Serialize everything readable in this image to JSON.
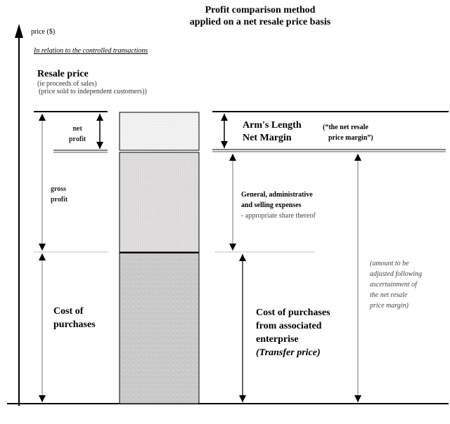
{
  "title": {
    "line1": "Profit comparison method",
    "line2": "applied on a net resale price basis"
  },
  "axis": {
    "label": "price ($)",
    "context": "In relation to the controlled transactions"
  },
  "resale_price": {
    "title": "Resale price",
    "sub1": "(ie proceeds of sales)",
    "sub2": "(price sold to independent customers))"
  },
  "left_labels": {
    "net_profit_1": "net",
    "net_profit_2": "profit",
    "gross_profit_1": "gross",
    "gross_profit_2": "profit",
    "cost_1": "Cost of",
    "cost_2": "purchases"
  },
  "bar_segments": [
    {
      "name": "net profit",
      "share": "top",
      "color": "#f2f2f2"
    },
    {
      "name": "operating expenses",
      "share": "middle",
      "color": "#dcdcdc"
    },
    {
      "name": "cost of purchases",
      "share": "bottom",
      "color": "#c8c8c8"
    }
  ],
  "right_labels": {
    "alnm_1": "Arm's Length",
    "alnm_2": "Net Margin",
    "nrpm_1": "(“the net resale",
    "nrpm_2": "price margin”)",
    "gae_1": "General, administrative",
    "gae_2": "and selling expenses",
    "gae_3": "- appropriate share thereof",
    "cost_1": "Cost of purchases",
    "cost_2": "from associated",
    "cost_3": "enterprise",
    "cost_4": "(Transfer price)",
    "note_1": "(amount to be",
    "note_2": "adjusted following",
    "note_3": "ascertainment of",
    "note_4": "the net resale",
    "note_5": "price margin)"
  }
}
